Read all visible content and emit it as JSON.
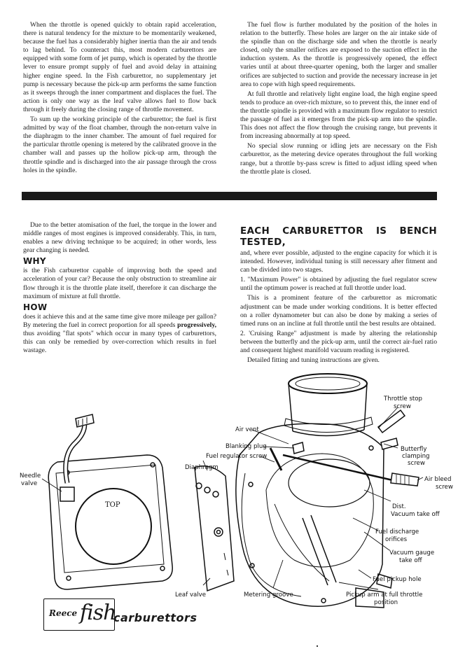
{
  "top_left_paragraphs": [
    "When the throttle is opened quickly to obtain rapid acceleration, there is natural tendency for the mixture to be momentarily weakened, because the fuel has a considerably higher inertia than the air and tends to lag behind. To counteract this, most modern carburettors are equipped with some form of jet pump, which is operated by the throttle lever to ensure prompt supply of fuel and avoid delay in attaining higher engine speed. In the Fish carburettor, no supplementary jet pump is necessary because the pick-up arm performs the same function as it sweeps through the inner compartment and displaces the fuel. The action is only one way as the leaf valve allows fuel to flow back through it freely during the closing range of throttle movement.",
    "To sum up the working principle of the carburettor; the fuel is first admitted by way of the float chamber, through the non-return valve in the diaphragm to the inner chamber. The amount of fuel required for the particular throttle opening is metered by the calibrated groove in the chamber wall and passes up the hollow pick-up arm, through the throttle spindle and is discharged into the air passage through the cross holes in the spindle."
  ],
  "top_right_paragraphs": [
    "The fuel flow is further modulated by the position of the holes in relation to the butterfly. These holes are larger on the air intake side of the spindle than on the discharge side and when the throttle is nearly closed, only the smaller orifices are exposed to the suction effect in the induction system. As the throttle is progressively opened, the effect varies until at about three-quarter opening, both the larger and smaller orifices are subjected to suction and provide the necessary increase in jet area to cope with high speed requirements.",
    "At full throttle and relatively light engine load, the high engine speed tends to produce an over-rich mixture, so to prevent this, the inner end of the throttle spindle is provided with a maximum flow regulator to restrict the passage of fuel as it emerges from the pick-up arm into the spindle. This does not affect the flow through the cruising range, but prevents it from increasing abnormally at top speed.",
    "No special slow running or idling jets are necessary on the Fish carburettor, as the metering device operates throughout the full working range, but a throttle by-pass screw is fitted to adjust idling speed when the throttle plate is closed."
  ],
  "mid_left": {
    "intro": "Due to the better atomisation of the fuel, the torque in the lower and middle ranges of most engines is improved considerably. This, in turn, enables a new driving technique to be acquired; in other words, less gear changing is needed.",
    "why_heading": "WHY",
    "why_text": "is the Fish carburettor capable of improving both the speed and acceleration of your car? Because the only obstruction to streamline air flow through it is the throttle plate itself, therefore it can discharge the maximum of mixture at full throttle.",
    "how_heading": "HOW",
    "how_text_before": "does it achieve this and at the same time give more mileage per gallon? By metering the fuel in correct proportion for all speeds ",
    "how_text_bold": "progressively,",
    "how_text_after": " thus avoiding \"flat spots\" which occur in many types of carburettors, this can only be remedied by over-correction which results in fuel wastage."
  },
  "mid_right": {
    "heading": "EACH CARBURETTOR IS BENCH TESTED,",
    "paragraphs": [
      "and, where ever possible, adjusted to the engine capacity for which it is intended. However, individual tuning is still necessary after fitment and can be divided into two stages.",
      "1. \"Maximum Power\" is obtained by adjusting the fuel regulator screw until the optimum power is reached at full throttle under load.",
      "This is a prominent feature of the carburettor as micromatic adjustment can be made under working conditions. It is better effected on a roller dynamometer but can also be done by making a series of timed runs on an incline at full throttle until the best results are obtained.",
      "2. 'Cruising Range\" adjustment is made by altering the relationship between the butterfly and the pick-up arm, until the correct air-fuel ratio and consequent highest manifold vacuum reading is registered.",
      "Detailed fitting and tuning instructions are given."
    ]
  },
  "diagram_labels": {
    "throttle_stop_1": "Throttle stop",
    "throttle_stop_2": "screw",
    "air_vent": "Air vent",
    "blanking_plug": "Blanking plug",
    "fuel_regulator_screw": "Fuel regulator screw",
    "butterfly_1": "Butterfly",
    "butterfly_2": "clamping",
    "butterfly_3": "screw",
    "diaphragm": "Diaphragm",
    "needle_1": "Needle",
    "needle_2": "valve",
    "air_bleed_1": "Air bleed",
    "air_bleed_2": "screw",
    "dist_1": "Dist.",
    "dist_2": "Vacuum take off",
    "fuel_discharge_1": "Fuel discharge",
    "fuel_discharge_2": "orifices",
    "vacuum_gauge_1": "Vacuum gauge",
    "vacuum_gauge_2": "take off",
    "fuel_pickup_hole": "Fuel pickup hole",
    "leaf_valve": "Leaf valve",
    "metering_groove": "Metering groove",
    "pickup_arm_1": "Pickup arm at full throttle",
    "pickup_arm_2": "position",
    "top_marking": "TOP"
  },
  "logo": {
    "reece": "Reece",
    "fish": "fish",
    "carburettors": "carburettors"
  }
}
